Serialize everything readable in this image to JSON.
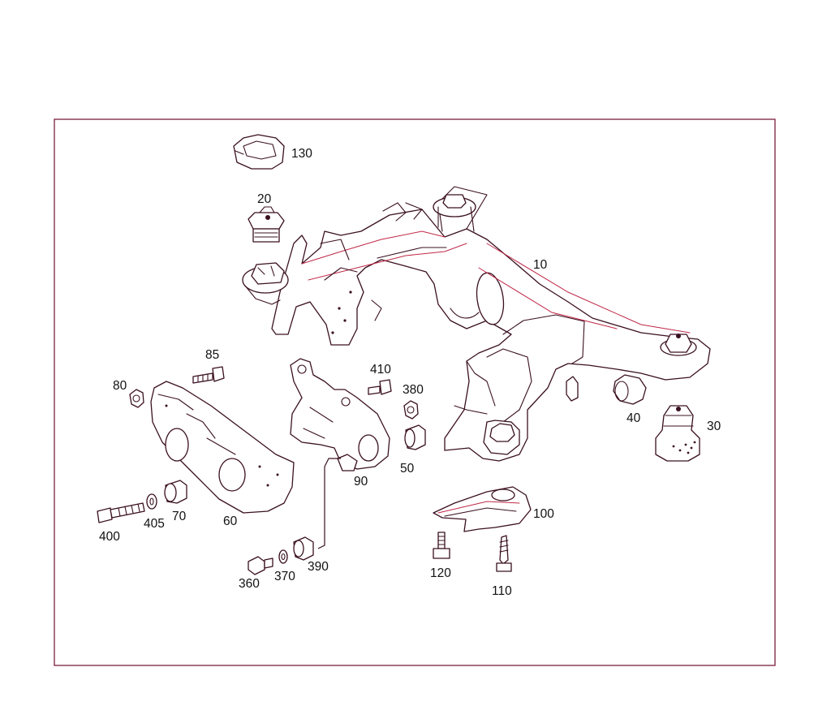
{
  "parts": [
    {
      "id": "part-10",
      "label": "10"
    },
    {
      "id": "part-20",
      "label": "20"
    },
    {
      "id": "part-30",
      "label": "30"
    },
    {
      "id": "part-40",
      "label": "40"
    },
    {
      "id": "part-50",
      "label": "50"
    },
    {
      "id": "part-60",
      "label": "60"
    },
    {
      "id": "part-70",
      "label": "70"
    },
    {
      "id": "part-80",
      "label": "80"
    },
    {
      "id": "part-85",
      "label": "85"
    },
    {
      "id": "part-90",
      "label": "90"
    },
    {
      "id": "part-100",
      "label": "100"
    },
    {
      "id": "part-110",
      "label": "110"
    },
    {
      "id": "part-120",
      "label": "120"
    },
    {
      "id": "part-130",
      "label": "130"
    },
    {
      "id": "part-360",
      "label": "360"
    },
    {
      "id": "part-370",
      "label": "370"
    },
    {
      "id": "part-380",
      "label": "380"
    },
    {
      "id": "part-390",
      "label": "390"
    },
    {
      "id": "part-400",
      "label": "400"
    },
    {
      "id": "part-405",
      "label": "405"
    },
    {
      "id": "part-410",
      "label": "410"
    }
  ],
  "colors": {
    "frame": "#7a1f3d",
    "line": "#3a1020",
    "accent": "#c02848"
  }
}
